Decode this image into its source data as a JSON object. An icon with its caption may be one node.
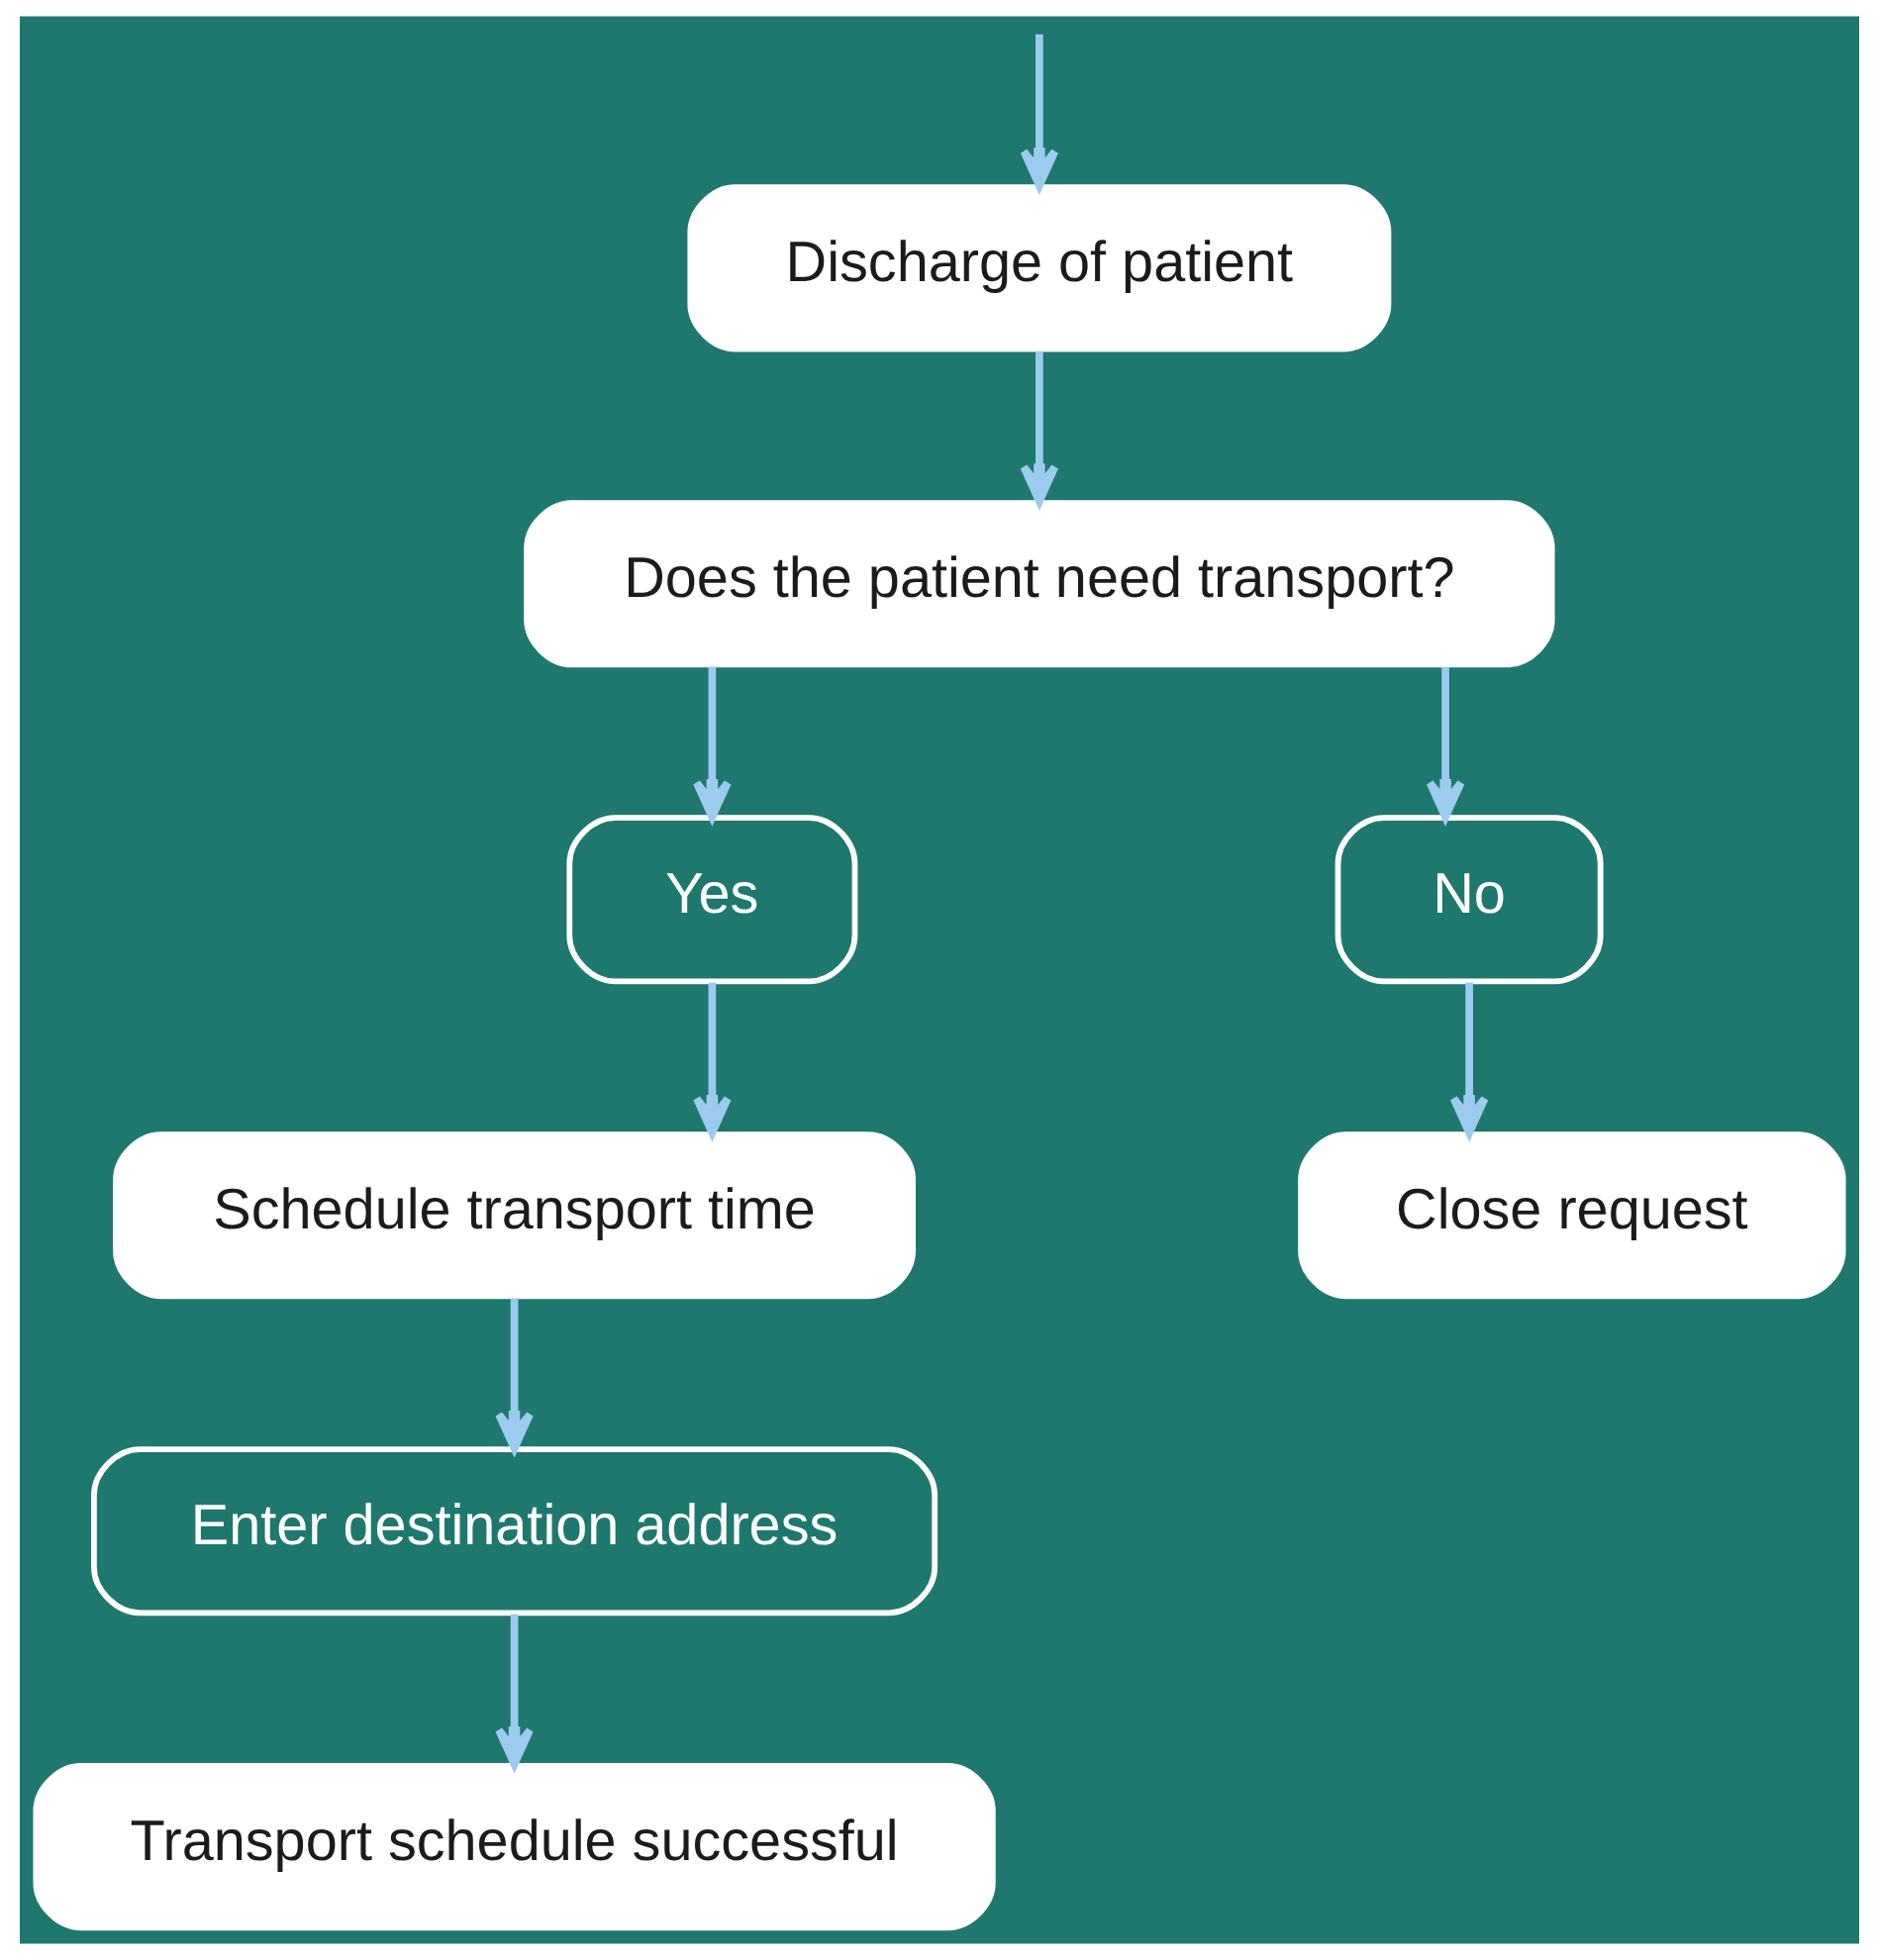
{
  "diagram": {
    "nodes": [
      {
        "text": [
          "Discharge of patient"
        ]
      },
      {
        "text": [
          "Does the patient need transport?"
        ]
      },
      {
        "text": [
          "Yes"
        ]
      },
      {
        "text": [
          "No"
        ]
      },
      {
        "text": [
          "Schedule transport time"
        ]
      },
      {
        "text": [
          "Close request"
        ]
      },
      {
        "text": [
          "Enter destination address"
        ]
      },
      {
        "text": [
          "Transport schedule successful"
        ]
      }
    ],
    "edges": [
      {
        "from": null,
        "to": 0,
        "arrow": "to"
      },
      {
        "from": 0,
        "to": 1,
        "arrow": "to"
      },
      {
        "from": 1,
        "to": 2,
        "arrow": "to"
      },
      {
        "from": 1,
        "to": 3,
        "arrow": "to"
      },
      {
        "from": 2,
        "to": 4,
        "arrow": "to"
      },
      {
        "from": 3,
        "to": 5,
        "arrow": "to"
      },
      {
        "from": 4,
        "to": 6,
        "arrow": "to"
      },
      {
        "from": 6,
        "to": 7,
        "arrow": "to"
      }
    ]
  }
}
